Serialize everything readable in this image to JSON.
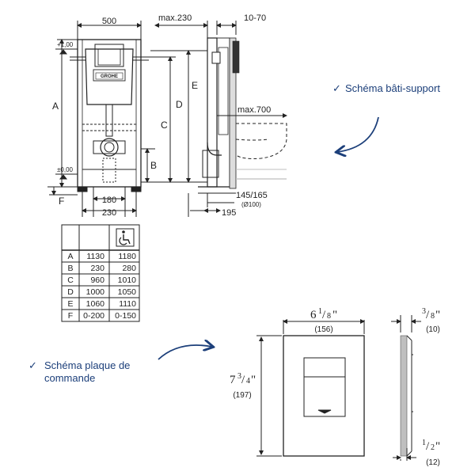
{
  "frame": {
    "dim_width": "500",
    "dim_max230": "max.230",
    "dim_10_70": "10-70",
    "dim_max700": "max.700",
    "level_top": "+1,00",
    "level_zero": "±0,00",
    "dim_180": "180",
    "dim_230": "230",
    "dim_195": "195",
    "dim_145_165": "145/165",
    "dim_d100": "(Ø100)",
    "brand": "GROHE",
    "letters": {
      "A": "A",
      "B": "B",
      "C": "C",
      "D": "D",
      "E": "E",
      "F": "F"
    }
  },
  "notes": {
    "frame_schema": "Schéma bâti-support",
    "plate_schema_line1": "Schéma plaque de",
    "plate_schema_line2": "commande",
    "check": "✓"
  },
  "table": {
    "header_icon": "wheelchair-icon",
    "rows": [
      {
        "label": "A",
        "std": "1130",
        "pmr": "1180"
      },
      {
        "label": "B",
        "std": "230",
        "pmr": "280"
      },
      {
        "label": "C",
        "std": "960",
        "pmr": "1010"
      },
      {
        "label": "D",
        "std": "1000",
        "pmr": "1050"
      },
      {
        "label": "E",
        "std": "1060",
        "pmr": "1110"
      },
      {
        "label": "F",
        "std": "0-200",
        "pmr": "0-150"
      }
    ]
  },
  "plate": {
    "width_whole": "6",
    "width_frac_num": "1",
    "width_frac_den": "8",
    "width_unit": "\"",
    "width_mm": "(156)",
    "height_whole": "7",
    "height_frac_num": "3",
    "height_frac_den": "4",
    "height_unit": "\"",
    "height_mm": "(197)",
    "depth_frac_num": "3",
    "depth_frac_den": "8",
    "depth_unit": "\"",
    "depth_mm": "(10)",
    "base_frac_num": "1",
    "base_frac_den": "2",
    "base_unit": "\"",
    "base_mm": "(12)"
  },
  "colors": {
    "line": "#222222",
    "accent": "#1c3f7a",
    "wall": "#bfbfbf"
  }
}
